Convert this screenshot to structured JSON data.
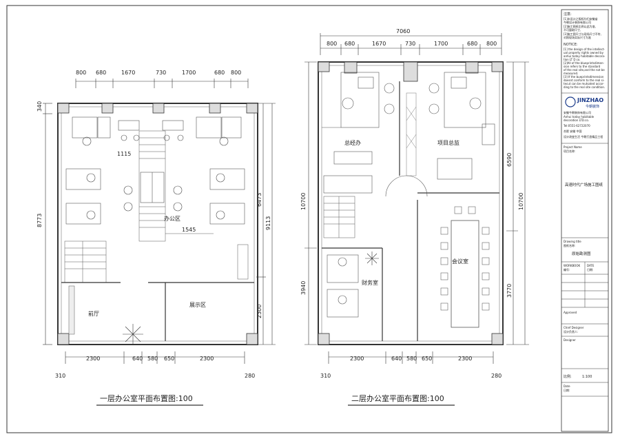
{
  "plan1": {
    "title": "一层办公室平面布置图:100",
    "dims_top": [
      "800",
      "680",
      "1670",
      "730",
      "1700",
      "680",
      "800"
    ],
    "dims_bottom": [
      "2300",
      "640",
      "580",
      "650",
      "2300"
    ],
    "edge_left": "310",
    "edge_right": "280",
    "dim_left": [
      "340",
      "8773"
    ],
    "dim_right": [
      "6473",
      "9113",
      "2300"
    ],
    "inner_dims": [
      "1115",
      "1545"
    ],
    "rooms": {
      "office": "办公区",
      "hall": "前厅",
      "showroom": "展示区"
    }
  },
  "plan2": {
    "title": "二层办公室平面布置图:100",
    "overall_width": "7060",
    "dims_top": [
      "800",
      "680",
      "1670",
      "730",
      "1700",
      "680",
      "800"
    ],
    "dims_bottom": [
      "2300",
      "640",
      "580",
      "650",
      "2300"
    ],
    "edge_left": "310",
    "edge_right": "280",
    "dim_left": [
      "10700",
      "3940"
    ],
    "dim_right": [
      "6590",
      "10700",
      "3770"
    ],
    "rooms": {
      "gm": "总经办",
      "pm": "项目总监",
      "meeting": "会议室",
      "finance": "财务室"
    }
  },
  "titleblock": {
    "notes_label": "注意:",
    "notes_cn": [
      "[1]本设计之版权均归安徽省",
      "今朝设计装饰有限公司",
      "[2]施工图纸比例以此为准,",
      "不可量取尺寸,",
      "[3]施工图尺寸与现场尺寸不符,",
      "对照现场实际尺寸为准"
    ],
    "notice_label": "NOTICE:",
    "notice_en": [
      "[1] the design of the intellect-",
      "ual property rights owned by",
      "anhui today habitable decora-",
      "tion LT D co.",
      "[2]All of the blueprintsdimen-",
      "sion refers to the standard",
      "of the real site,and the not be",
      "measured.",
      "[3] If the bueprintsdimension",
      "doesnt conform to the real si-",
      "tecut can be mutsated accor-",
      "ding to the real site condition."
    ],
    "brand": "JINZHAO",
    "brand_cn": "今朝装饰",
    "company_cn": "安徽今朝装饰有限公司",
    "company_en": "Anhui today habitable",
    "company_en2": "decoration LTD.co.",
    "tel": "Tel:0551-62722070",
    "address": "合肥 安徽 中国",
    "slogan": "设计改变生活 今朝打造精品工程",
    "project_label": "Project Name",
    "project_label_cn": "项目名称:",
    "project_name": "高速时代广场施工图纸",
    "drawing_label": "Drawing title",
    "drawing_label_cn": "图纸名称:",
    "drawing_name": "原始勘测图",
    "workbook_label": "WORKBOOK",
    "workbook_cn": "编号:",
    "date_label": "DATE",
    "date_cn": "日期:",
    "approved_label": "Approved",
    "chief_label": "Chief Designer",
    "chief_cn": "设计负责人:",
    "designer_label": "Designer",
    "scale_label": "比例:",
    "scale_value": "1:100",
    "final_date_label": "Date",
    "final_date_cn": "日期:"
  },
  "colors": {
    "line": "#333333",
    "thin": "#777777",
    "wall": "#555555",
    "logo": "#1a3a8a"
  }
}
